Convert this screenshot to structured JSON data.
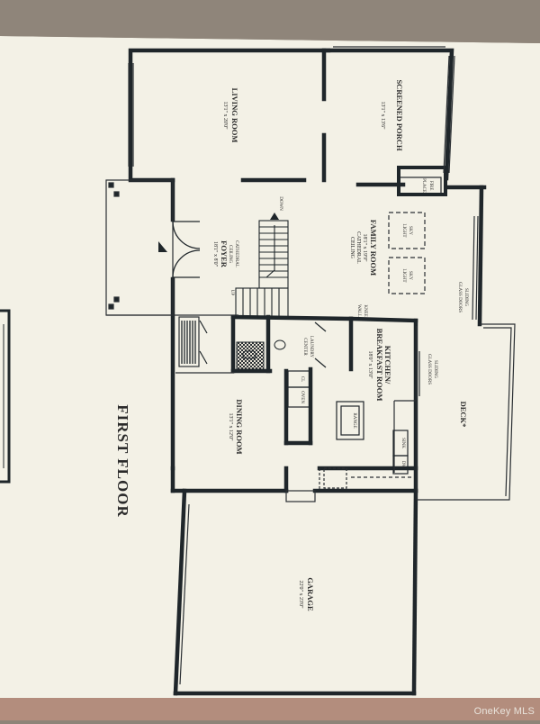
{
  "plan": {
    "heading": "FIRST FLOOR",
    "rooms": {
      "living_room": {
        "name": "LIVING ROOM",
        "dims": "13'1\" x 20'0\""
      },
      "screened_porch": {
        "name": "SCREENED PORCH",
        "dims": "13'1\" x 13'6\""
      },
      "family_room": {
        "name": "FAMILY ROOM",
        "dims": "18'1\" x 19'9\"",
        "note1": "CATHEDRAL",
        "note2": "CEILING"
      },
      "foyer": {
        "name": "FOYER",
        "dims": "18'1\" x 8'0\"",
        "note1": "CATHEDRAL",
        "note2": "CEILING"
      },
      "kitchen": {
        "name1": "KITCHEN/",
        "name2": "BREAKFAST ROOM",
        "dims": "18'0\" x 13'0\""
      },
      "dining_room": {
        "name": "DINING ROOM",
        "dims": "13'1\" x 12'0\""
      },
      "garage": {
        "name": "GARAGE",
        "dims": "22'0\" x 23'0\""
      },
      "deck": {
        "name": "DECK*"
      },
      "laundry": {
        "name1": "LAUNDRY",
        "name2": "CENTER"
      }
    },
    "fixtures": {
      "fireplace1": "FIRE",
      "fireplace2": "PLACE",
      "skylight1": "SKY",
      "skylight2": "LIGHT",
      "sliding1": "SLIDING",
      "sliding2": "GLASS DOORS",
      "kneewall1": "KNEE",
      "kneewall2": "WALL",
      "range": "RANGE",
      "sink": "SINK",
      "dw": "DW",
      "cl": "CL",
      "oven": "OVEN",
      "down": "DOWN",
      "up": "UP"
    }
  },
  "watermark": "OneKey MLS",
  "colors": {
    "paper": "#f3f1e6",
    "wall": "#1f262a",
    "background": "#8d8478"
  }
}
